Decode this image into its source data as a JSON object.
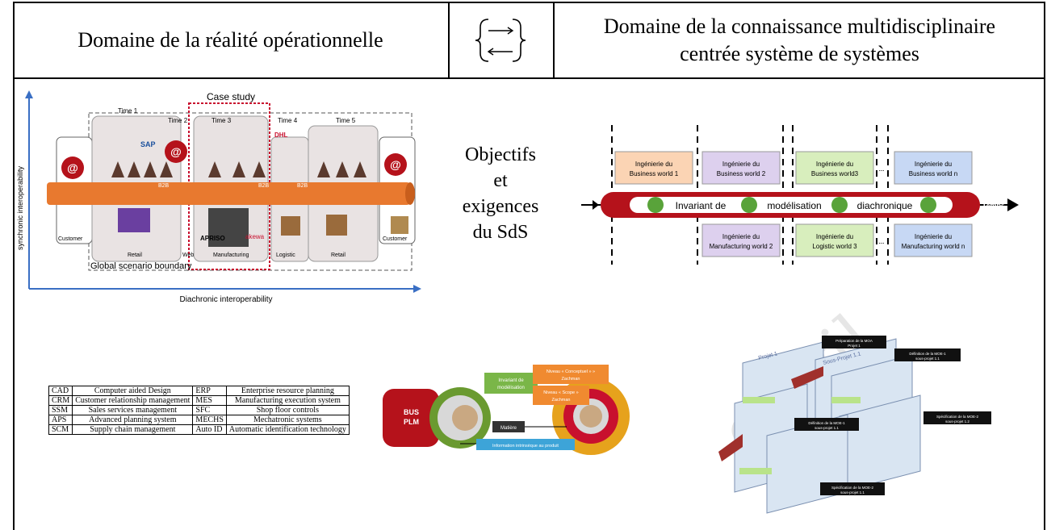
{
  "header": {
    "left_title": "Domaine de la réalité opérationnelle",
    "brace_symbol": "{→ ←}",
    "right_title_line1": "Domaine de la connaissance multidisciplinaire",
    "right_title_line2": "centrée système de systèmes"
  },
  "center_text": {
    "line1": "Objectifs",
    "line2": "et",
    "line3": "exigences",
    "line4": "du SdS"
  },
  "scenario_diagram": {
    "case_study": "Case study",
    "times": [
      "Time 1",
      "Time 2",
      "Time 3",
      "Time 4",
      "Time 5"
    ],
    "stages": [
      "Customer",
      "Retail",
      "Web",
      "Manufacturing",
      "Logistic",
      "Retail",
      "Customer"
    ],
    "y_axis": "synchronic interoperability",
    "x_axis": "Diachronic interoperability",
    "boundary": "Global scenario boundary",
    "b2b": "B2B",
    "brands": [
      "SAP",
      "APRISO",
      "akewa",
      "DHL"
    ]
  },
  "diachronic_diagram": {
    "top_boxes": [
      "Ingénierie du Business world 1",
      "Ingénierie du Business world 2",
      "Ingénierie du Business world3",
      "Ingénierie du Business world n"
    ],
    "bottom_boxes": [
      "Ingénierie du Manufacturing world 2",
      "Ingénierie du Logistic world 3",
      "Ingénierie du Manufacturing world n"
    ],
    "pipe_text": [
      "Invariant de",
      "modélisation",
      "diachronique"
    ],
    "time_label": "Temps",
    "dots": "..."
  },
  "abbreviations": {
    "rows": [
      [
        "CAD",
        "Computer aided Design",
        "ERP",
        "Enterprise resource planning"
      ],
      [
        "CRM",
        "Customer relationship management",
        "MES",
        "Manufacturing execution system"
      ],
      [
        "SSM",
        "Sales services management",
        "SFC",
        "Shop floor controls"
      ],
      [
        "APS",
        "Advanced planning system",
        "MECHS",
        "Mechatronic systems"
      ],
      [
        "SCM",
        "Supply chain management",
        "Auto ID",
        "Automatic identification technology"
      ]
    ]
  },
  "plm_diagram": {
    "bus": "BUS PLM",
    "invariant": "Invariant de modélisation",
    "conceptuel": "Niveau « Conceptuel » Zachman",
    "scope": "Niveau « Scope » Zachman",
    "matiere": "Matière",
    "info": "Information intrinsèque au produit"
  },
  "project_diagram": {
    "labels": [
      "Projet 1",
      "Sous-Projet 1.1",
      "Préparation de la MOA Projet 1",
      "Définition de la MOE-1 sous-projet 1.1",
      "Définition de la MOE-1 sous-projet 1.1",
      "Spécification de la MOE-2 sous-projet 1.2",
      "Spécification de la MOE-2 sous-projet 1.1"
    ]
  },
  "colors": {
    "orange": "#e8792f",
    "red": "#c8102e",
    "green": "#59a33a",
    "pipe_red": "#b5121b"
  }
}
